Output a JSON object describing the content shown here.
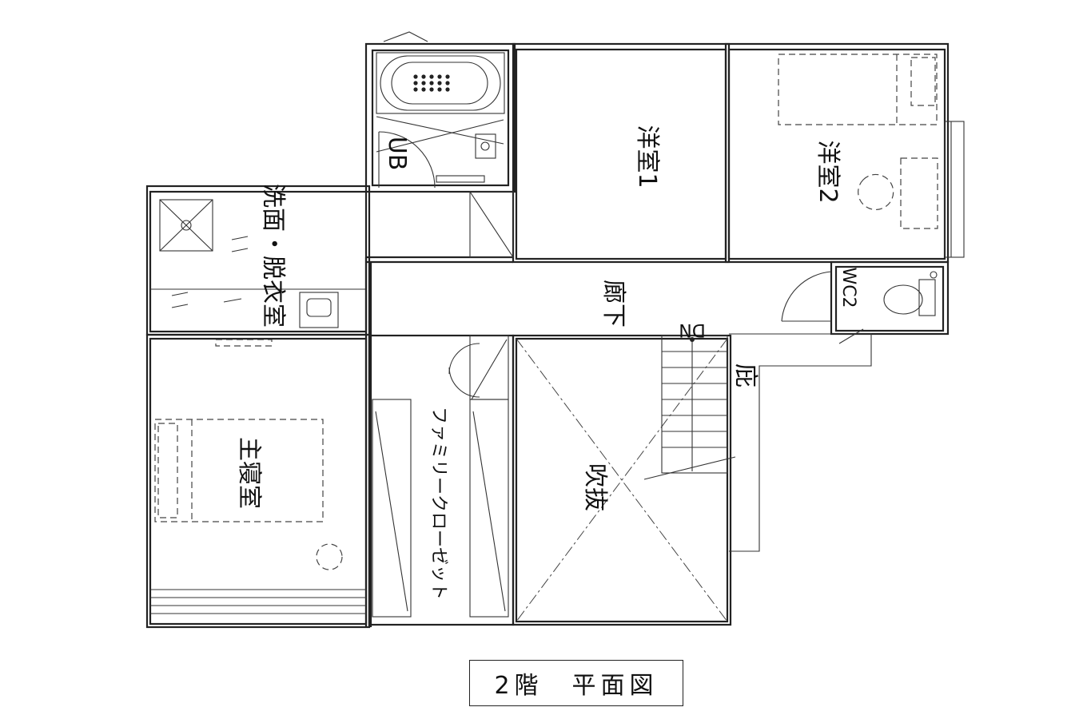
{
  "rooms": {
    "bath": "UB",
    "western_room_1": "洋室1",
    "western_room_2": "洋室2",
    "washroom": "洗面・脱衣室",
    "corridor": "廊下",
    "wc": "WC2",
    "down_mark": "DN",
    "eaves": "庇",
    "master_bedroom": "主寝室",
    "family_closet": "ファミリークローゼット",
    "atrium": "吹抜"
  },
  "title": "2階　平面図"
}
